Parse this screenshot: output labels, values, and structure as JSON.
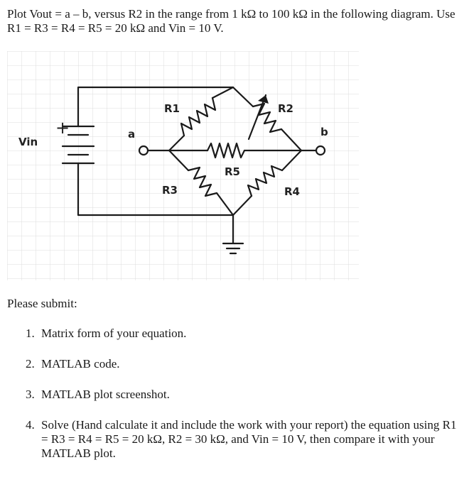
{
  "intro_text": "Plot Vout = a – b, versus R2 in the range from 1 kΩ to 100 kΩ in the following diagram. Use R1 = R3 = R4 = R5 = 20 kΩ and Vin = 10 V.",
  "diagram": {
    "labels": {
      "vin": "Vin",
      "plus": "+",
      "node_a": "a",
      "node_b": "b",
      "r1": "R1",
      "r2": "R2",
      "r3": "R3",
      "r4": "R4",
      "r5": "R5"
    }
  },
  "submit_label": "Please submit:",
  "tasks": [
    {
      "number": "1.",
      "text": "Matrix form of your equation."
    },
    {
      "number": "2.",
      "text": "MATLAB  code."
    },
    {
      "number": "3.",
      "text": "MATLAB plot screenshot."
    },
    {
      "number": "4.",
      "text": "Solve (Hand calculate it and include the work with your report)  the equation using R1 = R3 = R4 = R5 = 20 kΩ, R2 = 30 kΩ, and Vin = 10 V, then compare it with your MATLAB plot."
    }
  ]
}
